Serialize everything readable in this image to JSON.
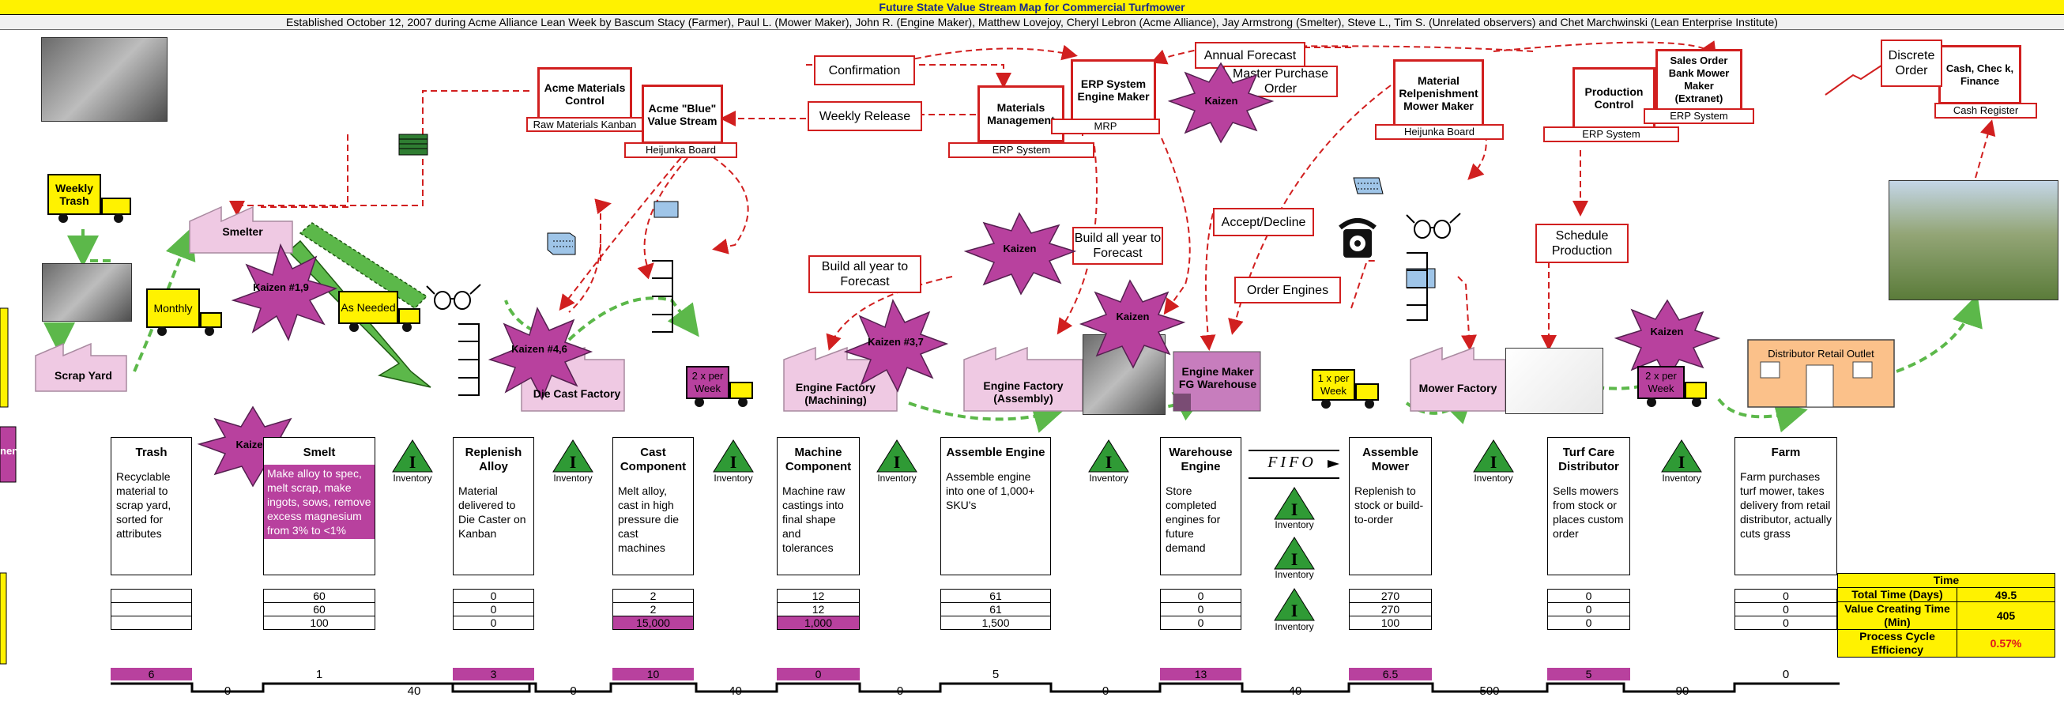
{
  "title": "Future State Value Stream Map for Commercial Turfmower",
  "subtitle": "Established October 12, 2007 during Acme Alliance Lean Week by Bascum Stacy (Farmer), Paul L. (Mower Maker), John R. (Engine Maker), Matthew Lovejoy, Cheryl Lebron (Acme Alliance), Jay Armstrong (Smelter), Steve L., Tim S. (Unrelated observers) and Chet Marchwinski (Lean Enterprise Institute)",
  "left_edge_label": "nents",
  "control": {
    "acme_materials_control": "Acme Materials Control",
    "raw_materials_kanban": "Raw Materials Kanban",
    "acme_blue_value_stream": "Acme \"Blue\" Value Stream",
    "heijunka_board_1": "Heijunka Board",
    "materials_management": "Materials Management",
    "erp_system_1": "ERP System",
    "erp_system_engine_maker": "ERP System Engine Maker",
    "mrp": "MRP",
    "material_replenishment": "Material Relpenishment Mower Maker",
    "heijunka_board_2": "Heijunka Board",
    "production_control": "Production Control",
    "erp_system_2": "ERP System",
    "sales_order_bank": "Sales Order Bank Mower Maker (Extranet)",
    "erp_system_3": "ERP System",
    "cash_check_finance": "Cash, Chec k, Finance",
    "cash_register": "Cash Register"
  },
  "callouts": {
    "confirmation": "Confirmation",
    "weekly_release": "Weekly Release",
    "annual_forecast": "Annual Forecast",
    "master_purchase_order": "Master Purchase Order",
    "discrete_order": "Discrete Order",
    "accept_decline": "Accept/Decline",
    "build_all_year_1": "Build all year to Forecast",
    "build_all_year_2": "Build all year to Forecast",
    "order_engines": "Order Engines",
    "schedule_production": "Schedule Production"
  },
  "kaizens": {
    "k1": "Kaizen #1,9",
    "k2": "Kaizen #4,6",
    "k3": "Kaizen #3,7",
    "k4": "Kaizen",
    "k5": "Kaizen",
    "k6": "Kaizen",
    "k7": "Kaizen",
    "k8": "Kaizen"
  },
  "trucks": {
    "weekly_trash": "Weekly Trash",
    "monthly": "Monthly",
    "as_needed": "As Needed",
    "two_per_week_1": "2 x per Week",
    "one_per_week": "1 x per Week",
    "two_per_week_2": "2 x per Week"
  },
  "factories": {
    "smelter": "Smelter",
    "scrap_yard": "Scrap Yard",
    "die_cast": "Die Cast Factory",
    "engine_machining": "Engine Factory (Machining)",
    "engine_assembly": "Engine Factory (Assembly)",
    "fg_warehouse": "Engine Maker FG Warehouse",
    "mower_factory": "Mower Factory",
    "distributor": "Distributor Retail Outlet"
  },
  "inventory_label": "Inventory",
  "fifo_label": "FIFO",
  "processes": [
    {
      "name": "Trash",
      "desc": "Recyclable material to scrap yard, sorted for attributes",
      "hl": false
    },
    {
      "name": "Smelt",
      "desc": "Make alloy to spec, melt scrap, make ingots, sows, remove excess magnesium from 3% to <1%",
      "hl": true
    },
    {
      "name": "Replenish Alloy",
      "desc": "Material delivered to Die Caster on Kanban",
      "hl": false
    },
    {
      "name": "Cast Component",
      "desc": "Melt alloy, cast in high pressure die cast machines",
      "hl": false
    },
    {
      "name": "Machine Component",
      "desc": "Machine raw castings into final shape and tolerances",
      "hl": false
    },
    {
      "name": "Assemble Engine",
      "desc": "Assemble engine into one of 1,000+ SKU's",
      "hl": false
    },
    {
      "name": "Warehouse Engine",
      "desc": "Store completed engines for future demand",
      "hl": false
    },
    {
      "name": "Assemble Mower",
      "desc": "Replenish to stock or build-to-order",
      "hl": false
    },
    {
      "name": "Turf Care Distributor",
      "desc": "Sells mowers from stock or places custom order",
      "hl": false
    },
    {
      "name": "Farm",
      "desc": "Farm purchases turf mower, takes delivery from retail distributor, actually cuts grass",
      "hl": false
    }
  ],
  "data_boxes": [
    {
      "rows": [
        "",
        "",
        ""
      ],
      "pink": [
        false,
        false,
        false
      ]
    },
    {
      "rows": [
        "60",
        "60",
        "100"
      ],
      "pink": [
        false,
        false,
        false
      ]
    },
    {
      "rows": [
        "0",
        "0",
        "0"
      ],
      "pink": [
        false,
        false,
        false
      ]
    },
    {
      "rows": [
        "2",
        "2",
        "15,000"
      ],
      "pink": [
        false,
        false,
        true
      ]
    },
    {
      "rows": [
        "12",
        "12",
        "1,000"
      ],
      "pink": [
        false,
        false,
        true
      ]
    },
    {
      "rows": [
        "61",
        "61",
        "1,500"
      ],
      "pink": [
        false,
        false,
        false
      ]
    },
    {
      "rows": [
        "0",
        "0",
        "0"
      ],
      "pink": [
        false,
        false,
        false
      ]
    },
    {
      "rows": [
        "270",
        "270",
        "100"
      ],
      "pink": [
        false,
        false,
        false
      ]
    },
    {
      "rows": [
        "0",
        "0",
        "0"
      ],
      "pink": [
        false,
        false,
        false
      ]
    },
    {
      "rows": [
        "0",
        "0",
        "0"
      ],
      "pink": [
        false,
        false,
        false
      ]
    }
  ],
  "timeline_upper": [
    {
      "v": "6",
      "pink": true
    },
    {
      "v": "1",
      "pink": false
    },
    {
      "v": "3",
      "pink": true
    },
    {
      "v": "10",
      "pink": true
    },
    {
      "v": "0",
      "pink": true
    },
    {
      "v": "5",
      "pink": false
    },
    {
      "v": "13",
      "pink": true
    },
    {
      "v": "6.5",
      "pink": true
    },
    {
      "v": "5",
      "pink": true
    },
    {
      "v": "0",
      "pink": false
    }
  ],
  "timeline_lower": [
    "0",
    "40",
    "0",
    "40",
    "0",
    "0",
    "40",
    "500",
    "90"
  ],
  "metrics": {
    "header": "Time",
    "total_time_label": "Total Time (Days)",
    "total_time_value": "49.5",
    "value_creating_label": "Value Creating Time (Min)",
    "value_creating_value": "405",
    "pce_label": "Process Cycle Efficiency",
    "pce_value": "0.57%",
    "pce_color": "#e0141e"
  },
  "colors": {
    "kaizen": "#b8419e",
    "truck": "#fff200",
    "factory": "#efc9e3",
    "arrow_green": "#5cb84a",
    "control_red": "#d11f1f"
  }
}
